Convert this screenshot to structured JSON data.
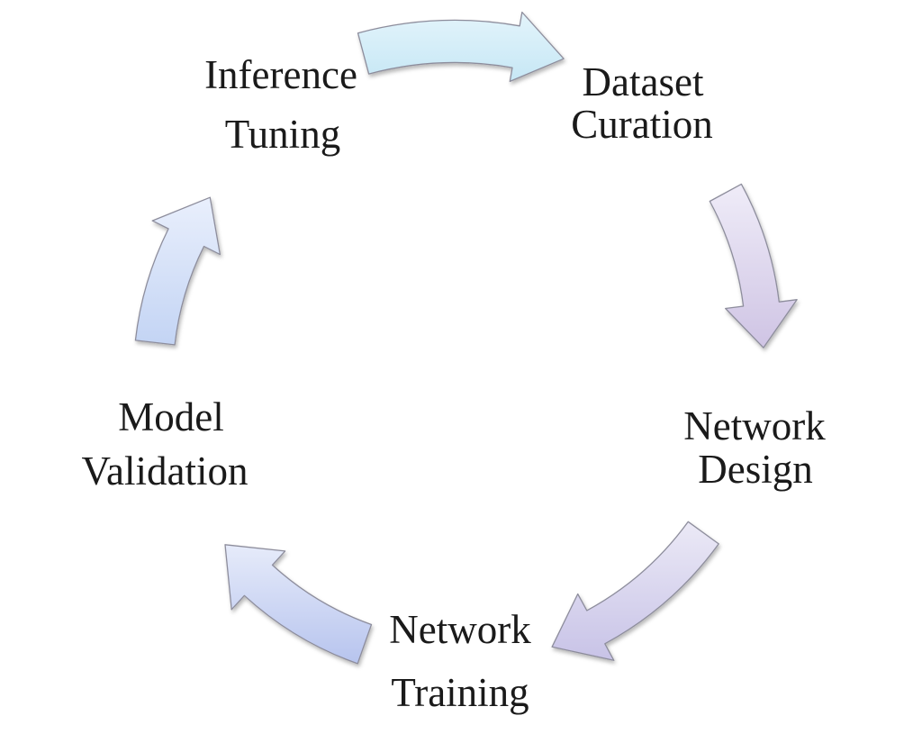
{
  "diagram": {
    "type": "cycle",
    "background_color": "#ffffff",
    "text_color": "#1a1a1a",
    "arrow_outline_color": "#8d8d9c",
    "stages": [
      {
        "id": "inference-tuning",
        "line1": "Inference",
        "line2": "Tuning"
      },
      {
        "id": "dataset-curation",
        "line1": "Dataset",
        "line2": "Curation"
      },
      {
        "id": "network-design",
        "line1": "Network",
        "line2": "Design"
      },
      {
        "id": "network-training",
        "line1": "Network",
        "line2": "Training"
      },
      {
        "id": "model-validation",
        "line1": "Model",
        "line2": "Validation"
      }
    ],
    "arrows": [
      {
        "id": "inference-tuning-to-dataset-curation",
        "from": "Inference Tuning",
        "to": "Dataset Curation",
        "color_light": "#e3f4fb",
        "color_dark": "#c6e7f5"
      },
      {
        "id": "dataset-curation-to-network-design",
        "from": "Dataset Curation",
        "to": "Network Design",
        "color_light": "#efecf8",
        "color_dark": "#cfc4e4"
      },
      {
        "id": "network-design-to-network-training",
        "from": "Network Design",
        "to": "Network Training",
        "color_light": "#ebe9f6",
        "color_dark": "#c8c3e7"
      },
      {
        "id": "network-training-to-model-validation",
        "from": "Network Training",
        "to": "Model Validation",
        "color_light": "#e6ebfa",
        "color_dark": "#b7c4ee"
      },
      {
        "id": "model-validation-to-inference-tuning",
        "from": "Model Validation",
        "to": "Inference Tuning",
        "color_light": "#e9effc",
        "color_dark": "#c3d4f4"
      }
    ]
  }
}
